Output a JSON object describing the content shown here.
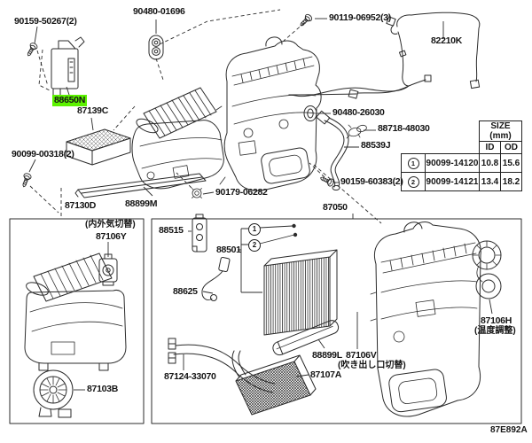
{
  "figure_code": "87E892A",
  "highlight_color": "#5cf200",
  "parts": {
    "p90159_50267": "90159-50267(2)",
    "p88650n": "88650N",
    "p87139c": "87139C",
    "p90480_01696": "90480-01696",
    "p90119_06952": "90119-06952(3)",
    "p82210k": "82210K",
    "p90480_26030": "90480-26030",
    "p88718_48030": "88718-48030",
    "p88539j": "88539J",
    "p90159_60383": "90159-60383(2)",
    "p90179_06282": "90179-06282",
    "p90099_00318": "90099-00318(2)",
    "p87130d": "87130D",
    "p88899m": "88899M",
    "p87050": "87050",
    "p87106y": "87106Y",
    "p87103b": "87103B",
    "p88515": "88515",
    "p88501": "88501",
    "p88625": "88625",
    "p87124_33070": "87124-33070",
    "p88899l": "88899L",
    "p87106v": "87106V",
    "p87107a": "87107A",
    "p87106h": "87106H"
  },
  "notes": {
    "intake": "(内外気切替)",
    "outlet": "(吹き出し口切替)",
    "temp": "(温度調整)"
  },
  "size_table": {
    "title": "SIZE (mm)",
    "col_id": "ID",
    "col_od": "OD",
    "rows": [
      {
        "num": "1",
        "part": "90099-14120",
        "id": "10.8",
        "od": "15.6"
      },
      {
        "num": "2",
        "part": "90099-14121",
        "id": "13.4",
        "od": "18.2"
      }
    ]
  }
}
